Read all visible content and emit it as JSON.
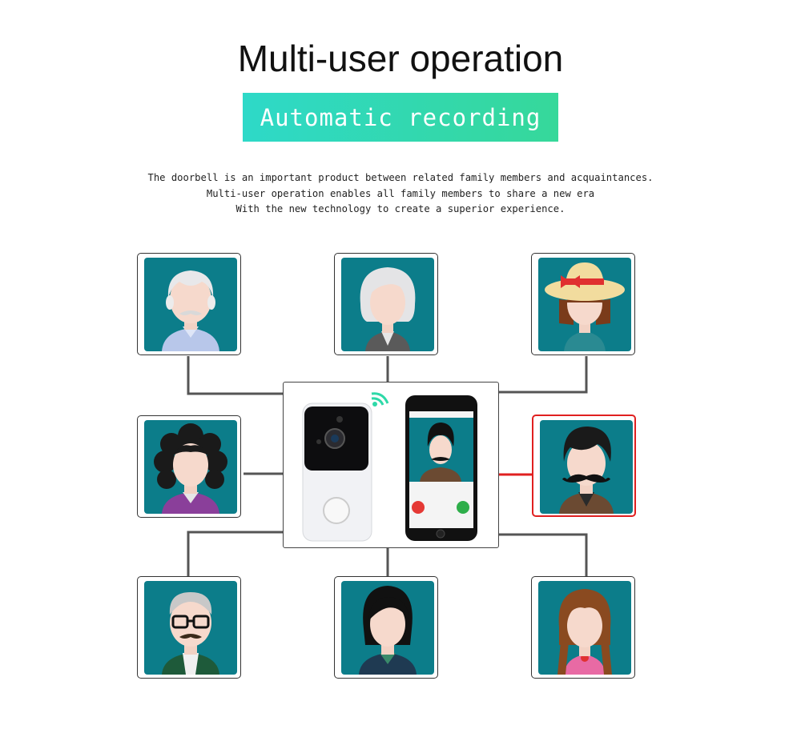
{
  "title": "Multi-user operation",
  "badge": "Automatic recording",
  "description": [
    "The doorbell is an important product between related family members and acquaintances.",
    "Multi-user operation enables all family members to share a new era",
    "With the new technology to create a superior experience."
  ],
  "colors": {
    "badge_start": "#2ed9c8",
    "badge_end": "#36d89a",
    "avatar_bg": "#0c7d8a",
    "wire": "#555555",
    "active_wire": "#e02020"
  },
  "users": [
    {
      "id": "grandfather",
      "icon": "grandfather-avatar-icon"
    },
    {
      "id": "grandmother",
      "icon": "grandmother-avatar-icon"
    },
    {
      "id": "girl-hat",
      "icon": "girl-with-hat-avatar-icon"
    },
    {
      "id": "curly-woman",
      "icon": "curly-hair-woman-avatar-icon"
    },
    {
      "id": "mustache-man",
      "icon": "mustache-man-avatar-icon",
      "active": true
    },
    {
      "id": "glasses-man",
      "icon": "glasses-man-avatar-icon"
    },
    {
      "id": "young-man",
      "icon": "young-man-avatar-icon"
    },
    {
      "id": "braided-girl",
      "icon": "braided-girl-avatar-icon"
    }
  ],
  "phone": {
    "icons": [
      "decline-call-icon",
      "accept-call-icon"
    ]
  },
  "device": {
    "icon": "video-doorbell-icon",
    "signal": "wifi-signal-icon"
  }
}
